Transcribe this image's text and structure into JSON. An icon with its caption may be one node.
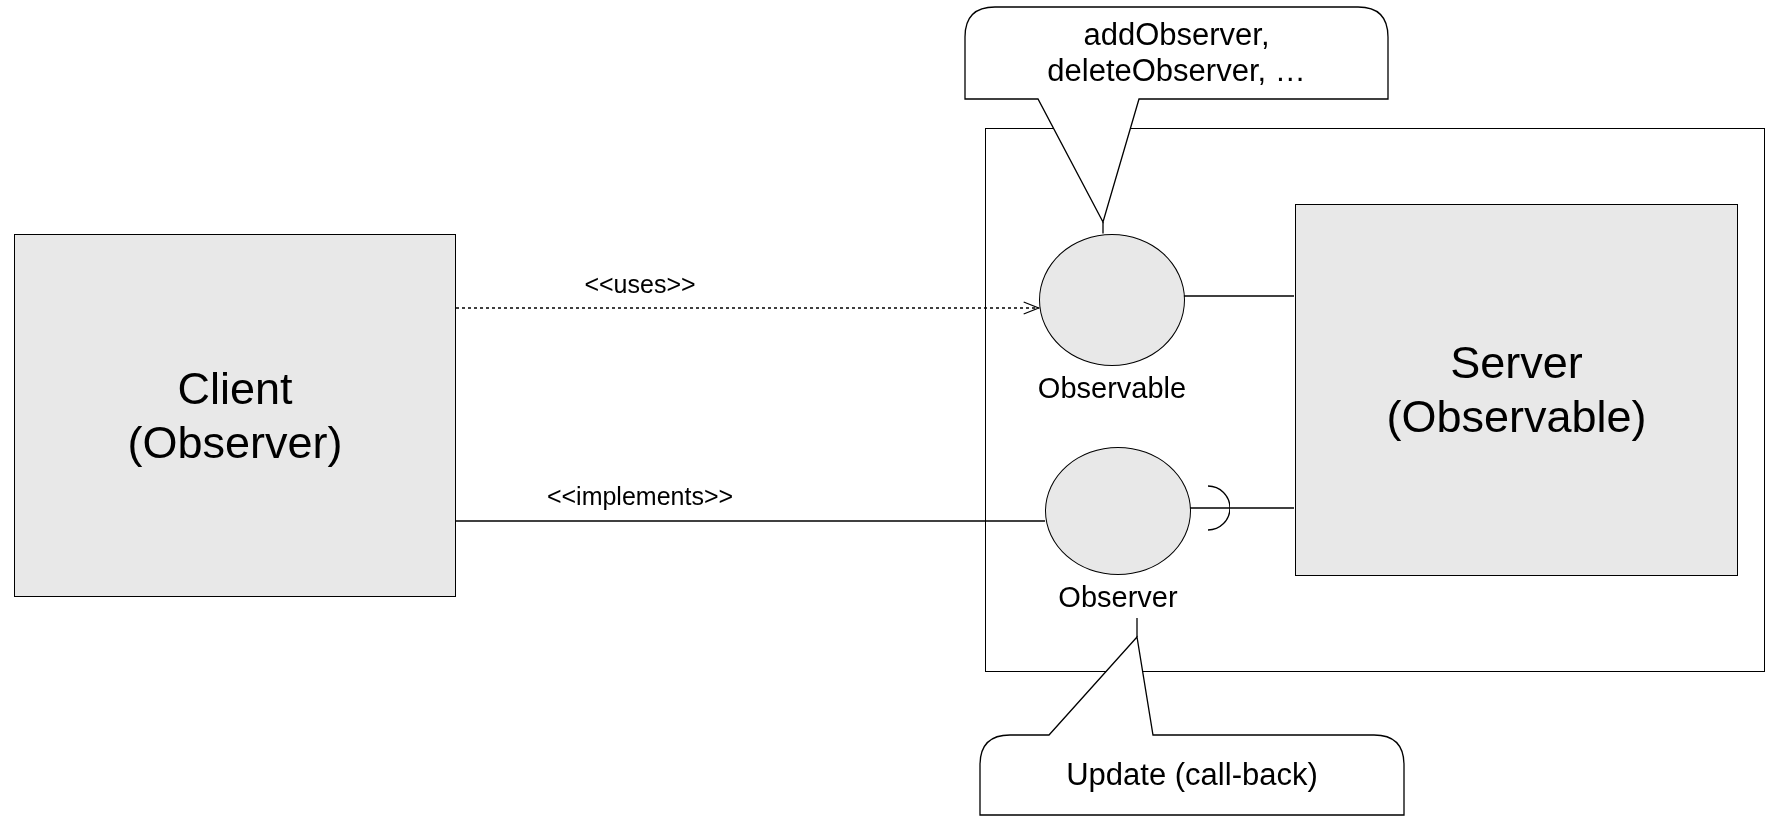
{
  "diagram": {
    "nodes": [
      {
        "text": [
          "Client (Observer)"
        ]
      },
      {
        "text": [],
        "shape": "box"
      },
      {
        "text": [],
        "shape": "circle",
        "in": 1,
        "beside": [
          "Observable"
        ]
      },
      {
        "text": [],
        "shape": "circle",
        "in": 1,
        "beside": [
          "Observer"
        ]
      },
      {
        "text": [
          "Server (Observable)"
        ],
        "in": 1
      },
      {
        "text": [
          "addObserver, deleteObserver, …"
        ]
      },
      {
        "text": [
          "Update (call-back)"
        ]
      }
    ],
    "edges": [
      {
        "from": 0,
        "to": 2,
        "arrow": "to",
        "label": "<<uses>>",
        "style": "dashed"
      },
      {
        "from": 0,
        "to": 3,
        "arrow": "none",
        "label": "<<implements>>"
      },
      {
        "from": 2,
        "to": 4,
        "arrow": "none"
      },
      {
        "from": 3,
        "to": 4,
        "arrow": "other"
      },
      {
        "from": 5,
        "to": 2,
        "arrow": "none"
      },
      {
        "from": 6,
        "to": 3,
        "arrow": "none"
      }
    ]
  }
}
